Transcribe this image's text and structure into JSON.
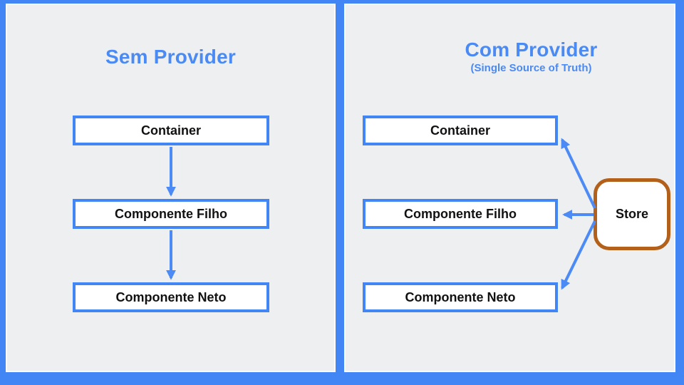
{
  "diagram": {
    "left": {
      "title": "Sem Provider",
      "nodes": [
        "Container",
        "Componente Filho",
        "Componente Neto"
      ]
    },
    "right": {
      "title": "Com Provider",
      "subtitle": "(Single Source of Truth)",
      "nodes": [
        "Container",
        "Componente Filho",
        "Componente Neto"
      ],
      "store": "Store"
    }
  },
  "colors": {
    "canvas_blue": "#4285f4",
    "panel_gray": "#eeeff0",
    "node_border_blue": "#4285f4",
    "arrow_blue": "#4c8bf5",
    "title_blue": "#4a8af4",
    "store_border_orange": "#b2601a",
    "node_text": "#111111"
  }
}
